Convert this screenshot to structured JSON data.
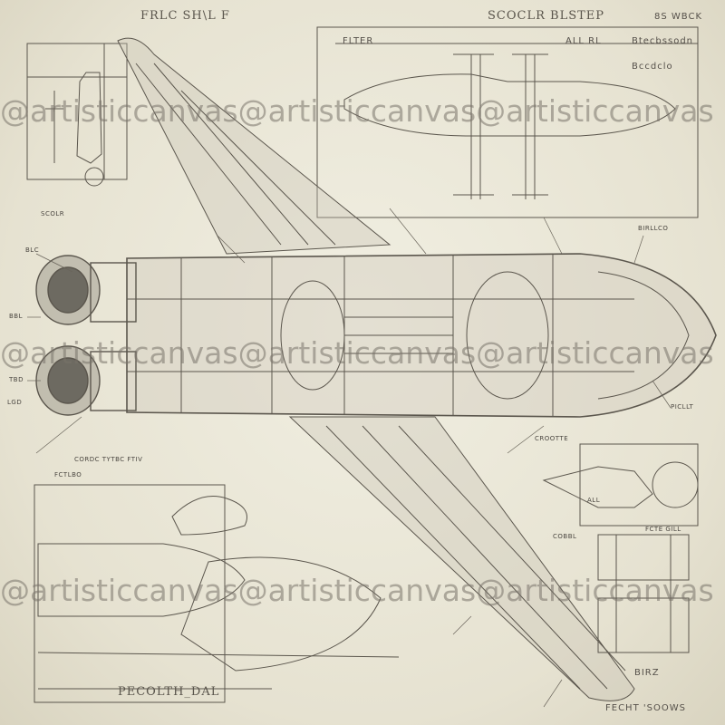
{
  "labels": {
    "top_center": "FRLC SH\\L F",
    "top_right_a": "SCOCLR BLSTEP",
    "top_right_b": "8S WBCK",
    "panel_a": "FLTER",
    "panel_b": "ALL RL",
    "panel_c": "Btecbssodn",
    "panel_d": "Bccdclo",
    "left_scope": "SCOLR",
    "left_b": "BLC",
    "mid_left": "CORDC TYTBC FTIV",
    "lower_left": "FCTLBO",
    "bottom_left": "PECOLTH_DAL",
    "right_mid": "BIRLLCO",
    "right_tail": "PICLLT",
    "right_small": "ALL",
    "right_lower": "FCTE GILL",
    "right_bottom": "BIRZ",
    "bottom_center": "COBBL",
    "bottom_right": "FECHT 'SOOWS",
    "mid_tag": "CROOTTE",
    "tiny_1": "BBL",
    "tiny_2": "TBD",
    "tiny_3": "LGD"
  },
  "watermark": "@artisticcanvas@artisticcanvas@artisticcanvas"
}
